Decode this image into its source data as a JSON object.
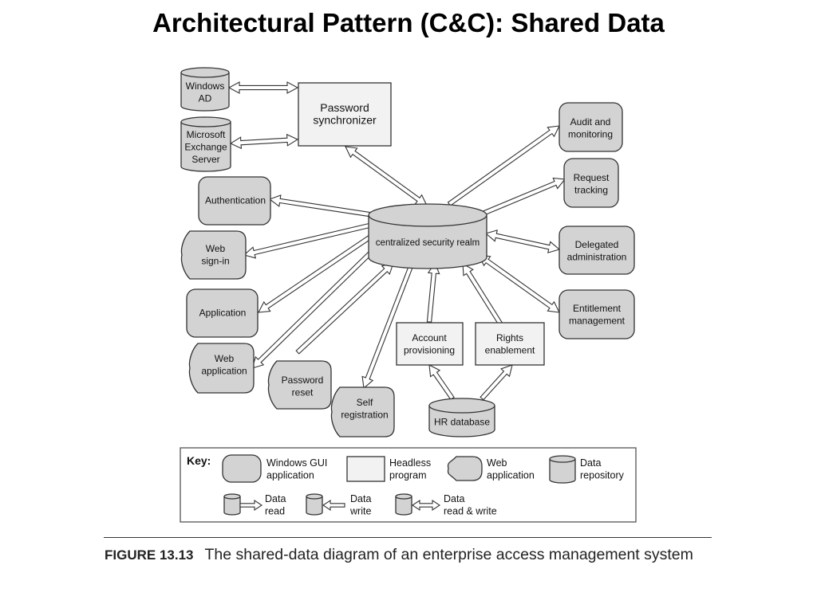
{
  "title": "Architectural Pattern (C&C): Shared Data",
  "center": "centralized security realm",
  "nodes": {
    "windows_ad": [
      "Windows",
      "AD"
    ],
    "exchange": [
      "Microsoft",
      "Exchange",
      "Server"
    ],
    "password_sync": [
      "Password",
      "synchronizer"
    ],
    "audit": [
      "Audit and",
      "monitoring"
    ],
    "request_tracking": [
      "Request",
      "tracking"
    ],
    "authentication": [
      "Authentication"
    ],
    "web_signin": [
      "Web",
      "sign-in"
    ],
    "delegated_admin": [
      "Delegated",
      "administration"
    ],
    "application": [
      "Application"
    ],
    "entitlement": [
      "Entitlement",
      "management"
    ],
    "web_application": [
      "Web",
      "application"
    ],
    "password_reset": [
      "Password",
      "reset"
    ],
    "self_registration": [
      "Self",
      "registration"
    ],
    "account_provisioning": [
      "Account",
      "provisioning"
    ],
    "rights_enablement": [
      "Rights",
      "enablement"
    ],
    "hr_database": [
      "HR database"
    ]
  },
  "key": {
    "title": "Key:",
    "gui": [
      "Windows GUI",
      "application"
    ],
    "headless": [
      "Headless",
      "program"
    ],
    "webapp": [
      "Web",
      "application"
    ],
    "repository": [
      "Data",
      "repository"
    ],
    "read": [
      "Data",
      "read"
    ],
    "write": [
      "Data",
      "write"
    ],
    "readwrite": [
      "Data",
      "read & write"
    ]
  },
  "caption": {
    "figure": "FIGURE 13.13",
    "text": "The shared-data diagram of an enterprise access management system"
  }
}
